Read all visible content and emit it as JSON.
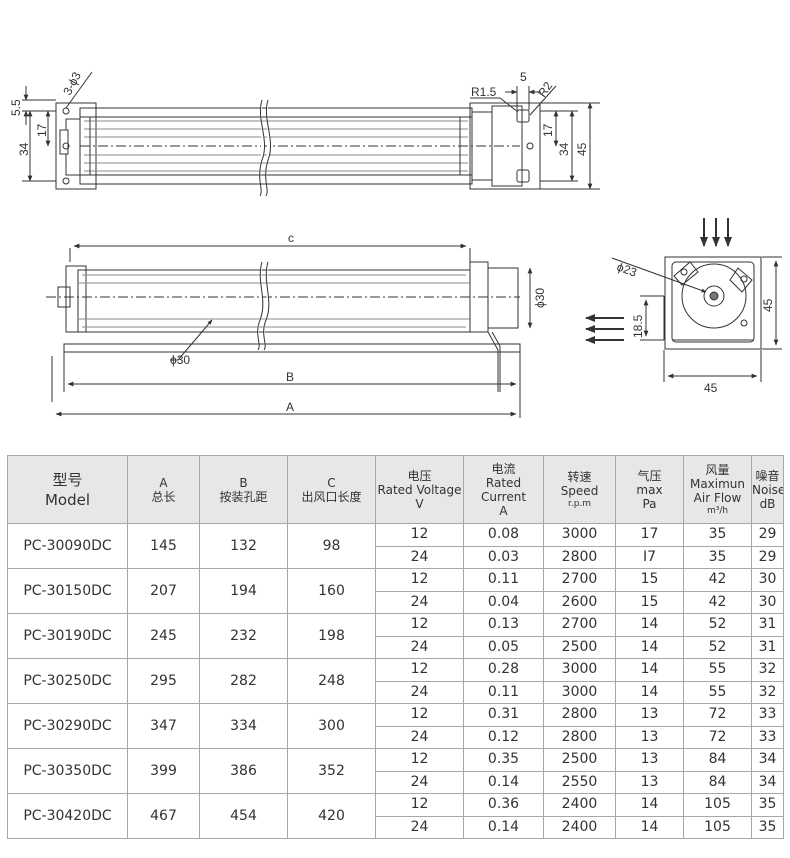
{
  "dimensions": {
    "holes": "3-ϕ3",
    "d_5_5": "5.5",
    "d_17_left": "17",
    "d_34_left": "34",
    "r1_5": "R1.5",
    "d_5": "5",
    "r2": "R2",
    "d_17_right": "17",
    "d_34_right": "34",
    "d_45_right": "45",
    "c": "c",
    "b": "B",
    "a": "A",
    "phi30_side": "ϕ30",
    "phi30_rotor": "ϕ30",
    "phi23": "ϕ23",
    "d_18_5": "18.5",
    "d_45_h": "45",
    "d_45_v": "45"
  },
  "table": {
    "headers": [
      {
        "l1": "型号",
        "l2": "Model",
        "l3": ""
      },
      {
        "l1": "A",
        "l2": "总长",
        "l3": ""
      },
      {
        "l1": "B",
        "l2": "按装孔距",
        "l3": ""
      },
      {
        "l1": "C",
        "l2": "出风口长度",
        "l3": ""
      },
      {
        "l1": "电压",
        "l2": "Rated Voltage",
        "l3": "V"
      },
      {
        "l1": "电流",
        "l2": "Rated Current",
        "l3": "A"
      },
      {
        "l1": "转速",
        "l2": "Speed",
        "l3": "r.p.m"
      },
      {
        "l1": "气压",
        "l2": "max",
        "l3": "Pa"
      },
      {
        "l1": "风量",
        "l2": "Maximun Air Flow",
        "l3": "m³/h"
      },
      {
        "l1": "噪音",
        "l2": "Noise",
        "l3": "dB"
      }
    ],
    "rows": [
      {
        "model": "PC-30090DC",
        "a": "145",
        "b": "132",
        "c": "98",
        "sub": [
          [
            "12",
            "0.08",
            "3000",
            "17",
            "35",
            "29"
          ],
          [
            "24",
            "0.03",
            "2800",
            "I7",
            "35",
            "29"
          ]
        ]
      },
      {
        "model": "PC-30150DC",
        "a": "207",
        "b": "194",
        "c": "160",
        "sub": [
          [
            "12",
            "0.11",
            "2700",
            "15",
            "42",
            "30"
          ],
          [
            "24",
            "0.04",
            "2600",
            "15",
            "42",
            "30"
          ]
        ]
      },
      {
        "model": "PC-30190DC",
        "a": "245",
        "b": "232",
        "c": "198",
        "sub": [
          [
            "12",
            "0.13",
            "2700",
            "14",
            "52",
            "31"
          ],
          [
            "24",
            "0.05",
            "2500",
            "14",
            "52",
            "31"
          ]
        ]
      },
      {
        "model": "PC-30250DC",
        "a": "295",
        "b": "282",
        "c": "248",
        "sub": [
          [
            "12",
            "0.28",
            "3000",
            "14",
            "55",
            "32"
          ],
          [
            "24",
            "0.11",
            "3000",
            "14",
            "55",
            "32"
          ]
        ]
      },
      {
        "model": "PC-30290DC",
        "a": "347",
        "b": "334",
        "c": "300",
        "sub": [
          [
            "12",
            "0.31",
            "2800",
            "13",
            "72",
            "33"
          ],
          [
            "24",
            "0.12",
            "2800",
            "13",
            "72",
            "33"
          ]
        ]
      },
      {
        "model": "PC-30350DC",
        "a": "399",
        "b": "386",
        "c": "352",
        "sub": [
          [
            "12",
            "0.35",
            "2500",
            "13",
            "84",
            "34"
          ],
          [
            "24",
            "0.14",
            "2550",
            "13",
            "84",
            "34"
          ]
        ]
      },
      {
        "model": "PC-30420DC",
        "a": "467",
        "b": "454",
        "c": "420",
        "sub": [
          [
            "12",
            "0.36",
            "2400",
            "14",
            "105",
            "35"
          ],
          [
            "24",
            "0.14",
            "2400",
            "14",
            "105",
            "35"
          ]
        ]
      }
    ]
  }
}
